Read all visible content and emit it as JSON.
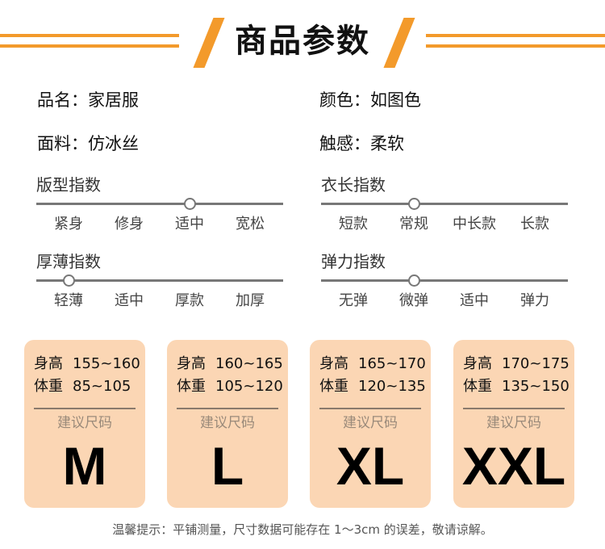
{
  "header": {
    "title": "商品参数",
    "accent_color": "#f39a2b"
  },
  "info": [
    {
      "text": "品名：家居服"
    },
    {
      "text": "颜色：如图色"
    },
    {
      "text": "面料：仿冰丝"
    },
    {
      "text": "触感：柔软"
    }
  ],
  "scales": [
    {
      "title": "版型指数",
      "labels": [
        "紧身",
        "修身",
        "适中",
        "宽松"
      ],
      "selected_index": 2
    },
    {
      "title": "衣长指数",
      "labels": [
        "短款",
        "常规",
        "中长款",
        "长款"
      ],
      "selected_index": 1
    },
    {
      "title": "厚薄指数",
      "labels": [
        "轻薄",
        "适中",
        "厚款",
        "加厚"
      ],
      "selected_index": 0
    },
    {
      "title": "弹力指数",
      "labels": [
        "无弹",
        "微弹",
        "适中",
        "弹力"
      ],
      "selected_index": 1
    }
  ],
  "cards": [
    {
      "height_label": "身高",
      "height": "155~160",
      "weight_label": "体重",
      "weight": "85~105",
      "sub": "建议尺码",
      "size": "M"
    },
    {
      "height_label": "身高",
      "height": "160~165",
      "weight_label": "体重",
      "weight": "105~120",
      "sub": "建议尺码",
      "size": "L"
    },
    {
      "height_label": "身高",
      "height": "165~170",
      "weight_label": "体重",
      "weight": "120~135",
      "sub": "建议尺码",
      "size": "XL"
    },
    {
      "height_label": "身高",
      "height": "170~175",
      "weight_label": "体重",
      "weight": "135~150",
      "sub": "建议尺码",
      "size": "XXL"
    }
  ],
  "card_color": "#fbd6b4",
  "tip": "温馨提示：平铺测量，尺寸数据可能存在 1〜3cm 的误差，敬请谅解。"
}
